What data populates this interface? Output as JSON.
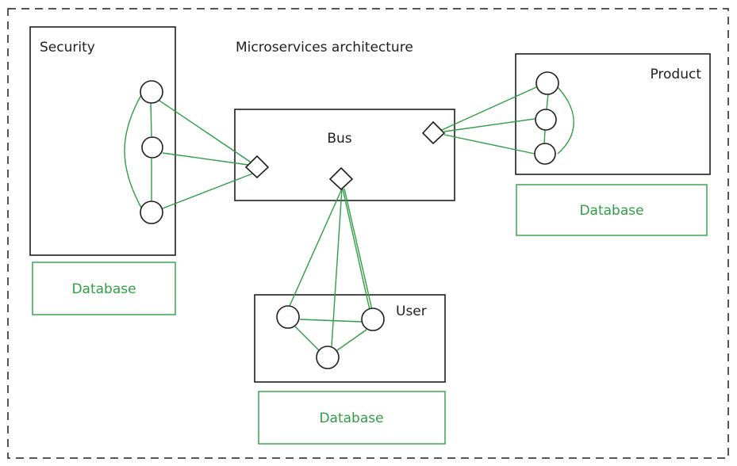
{
  "diagram": {
    "title": "Microservices architecture",
    "colors": {
      "stroke": "#1e1e1e",
      "accent": "#2f9e44",
      "background": "#ffffff"
    },
    "bus": {
      "label": "Bus",
      "ports": [
        "security-port",
        "user-port",
        "product-port"
      ]
    },
    "services": [
      {
        "id": "security",
        "label": "Security",
        "node_count": 3,
        "database": {
          "label": "Database"
        }
      },
      {
        "id": "product",
        "label": "Product",
        "node_count": 3,
        "database": {
          "label": "Database"
        }
      },
      {
        "id": "user",
        "label": "User",
        "node_count": 3,
        "database": {
          "label": "Database"
        }
      }
    ],
    "connections": [
      {
        "from": "security.node1",
        "to": "bus.security-port"
      },
      {
        "from": "security.node2",
        "to": "bus.security-port"
      },
      {
        "from": "security.node3",
        "to": "bus.security-port"
      },
      {
        "from": "product.node1",
        "to": "bus.product-port"
      },
      {
        "from": "product.node2",
        "to": "bus.product-port"
      },
      {
        "from": "product.node3",
        "to": "bus.product-port"
      },
      {
        "from": "user.node1",
        "to": "bus.user-port"
      },
      {
        "from": "user.node2",
        "to": "bus.user-port"
      },
      {
        "from": "user.node3",
        "to": "bus.user-port"
      }
    ]
  }
}
